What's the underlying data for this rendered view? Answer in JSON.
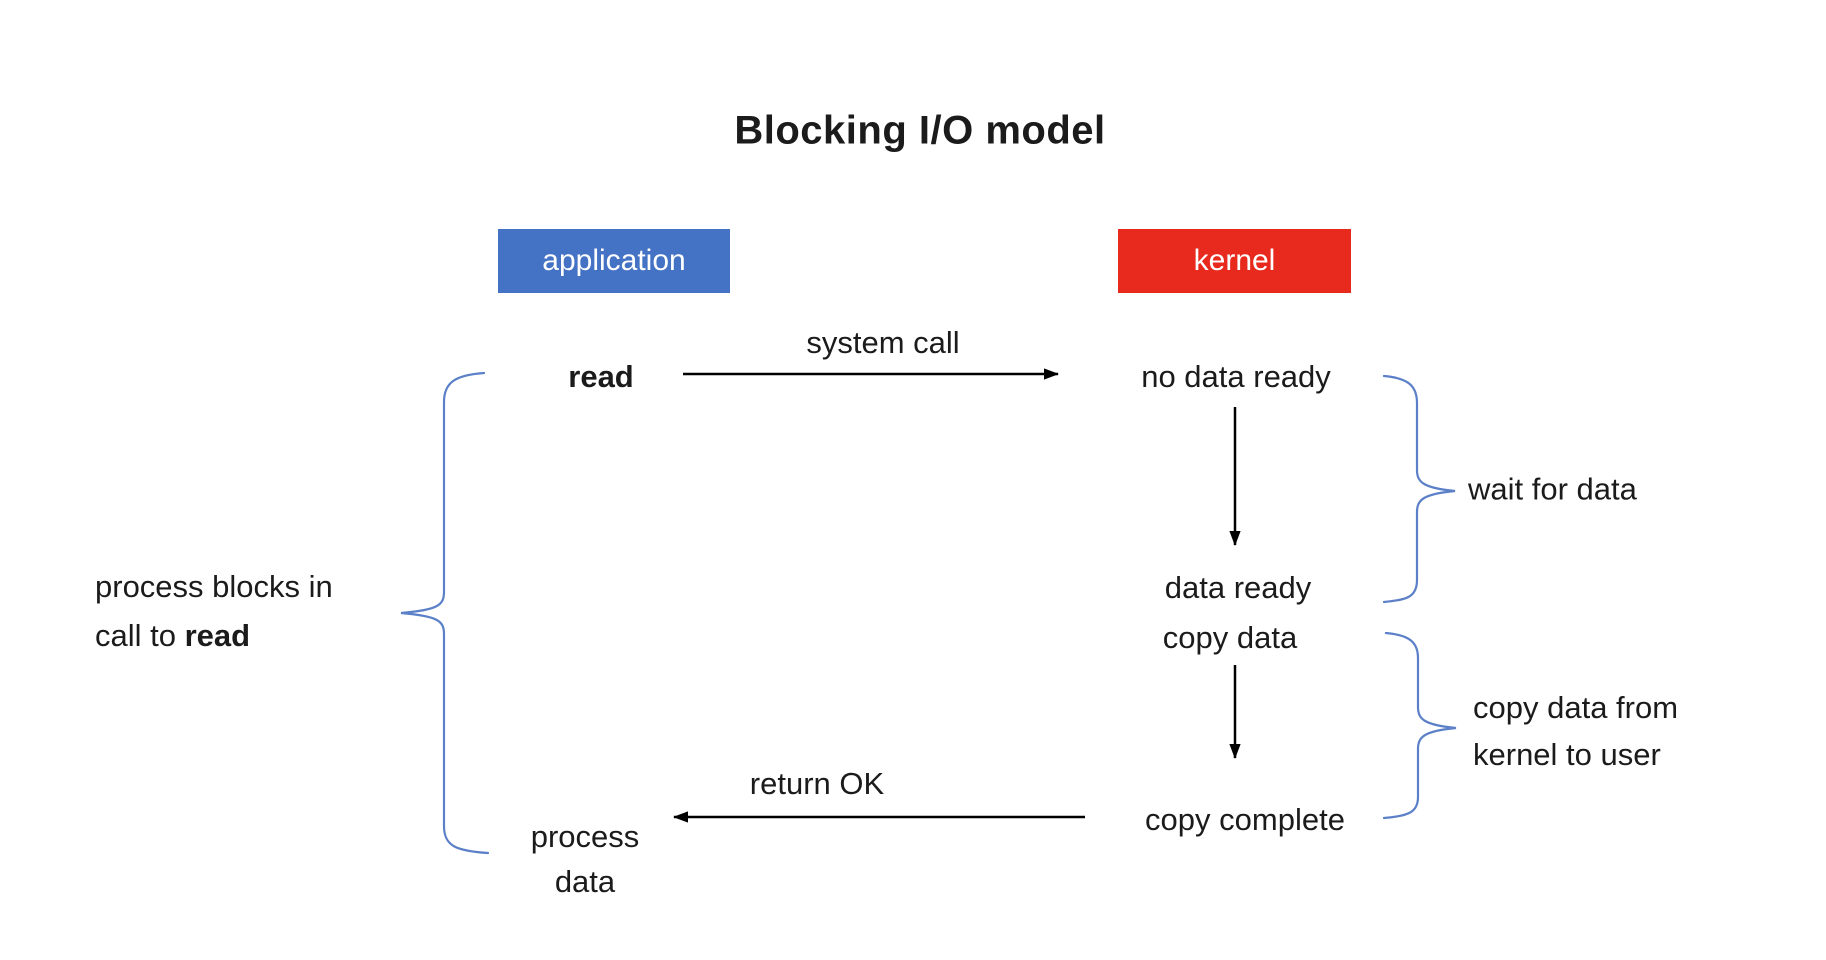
{
  "title": "Blocking I/O model",
  "columns": {
    "application": {
      "label": "application"
    },
    "kernel": {
      "label": "kernel"
    }
  },
  "flow": {
    "read": "read",
    "no_data_ready": "no data ready",
    "data_ready": "data ready",
    "copy_data": "copy data",
    "copy_complete": "copy complete",
    "process_line1": "process",
    "process_line2": "data"
  },
  "arrow_labels": {
    "system_call": "system call",
    "return_ok": "return OK"
  },
  "annotations": {
    "left_line1": "process blocks in",
    "left_line2_prefix": "call to ",
    "left_line2_bold": "read",
    "wait_for_data": "wait for data",
    "copy_from_line1": "copy data from",
    "copy_from_line2": "kernel to user"
  },
  "colors": {
    "application_box": "#4472C4",
    "kernel_box": "#E8291D",
    "brace": "#5B80C8",
    "arrow": "#000000",
    "text": "#1b1b1b"
  }
}
